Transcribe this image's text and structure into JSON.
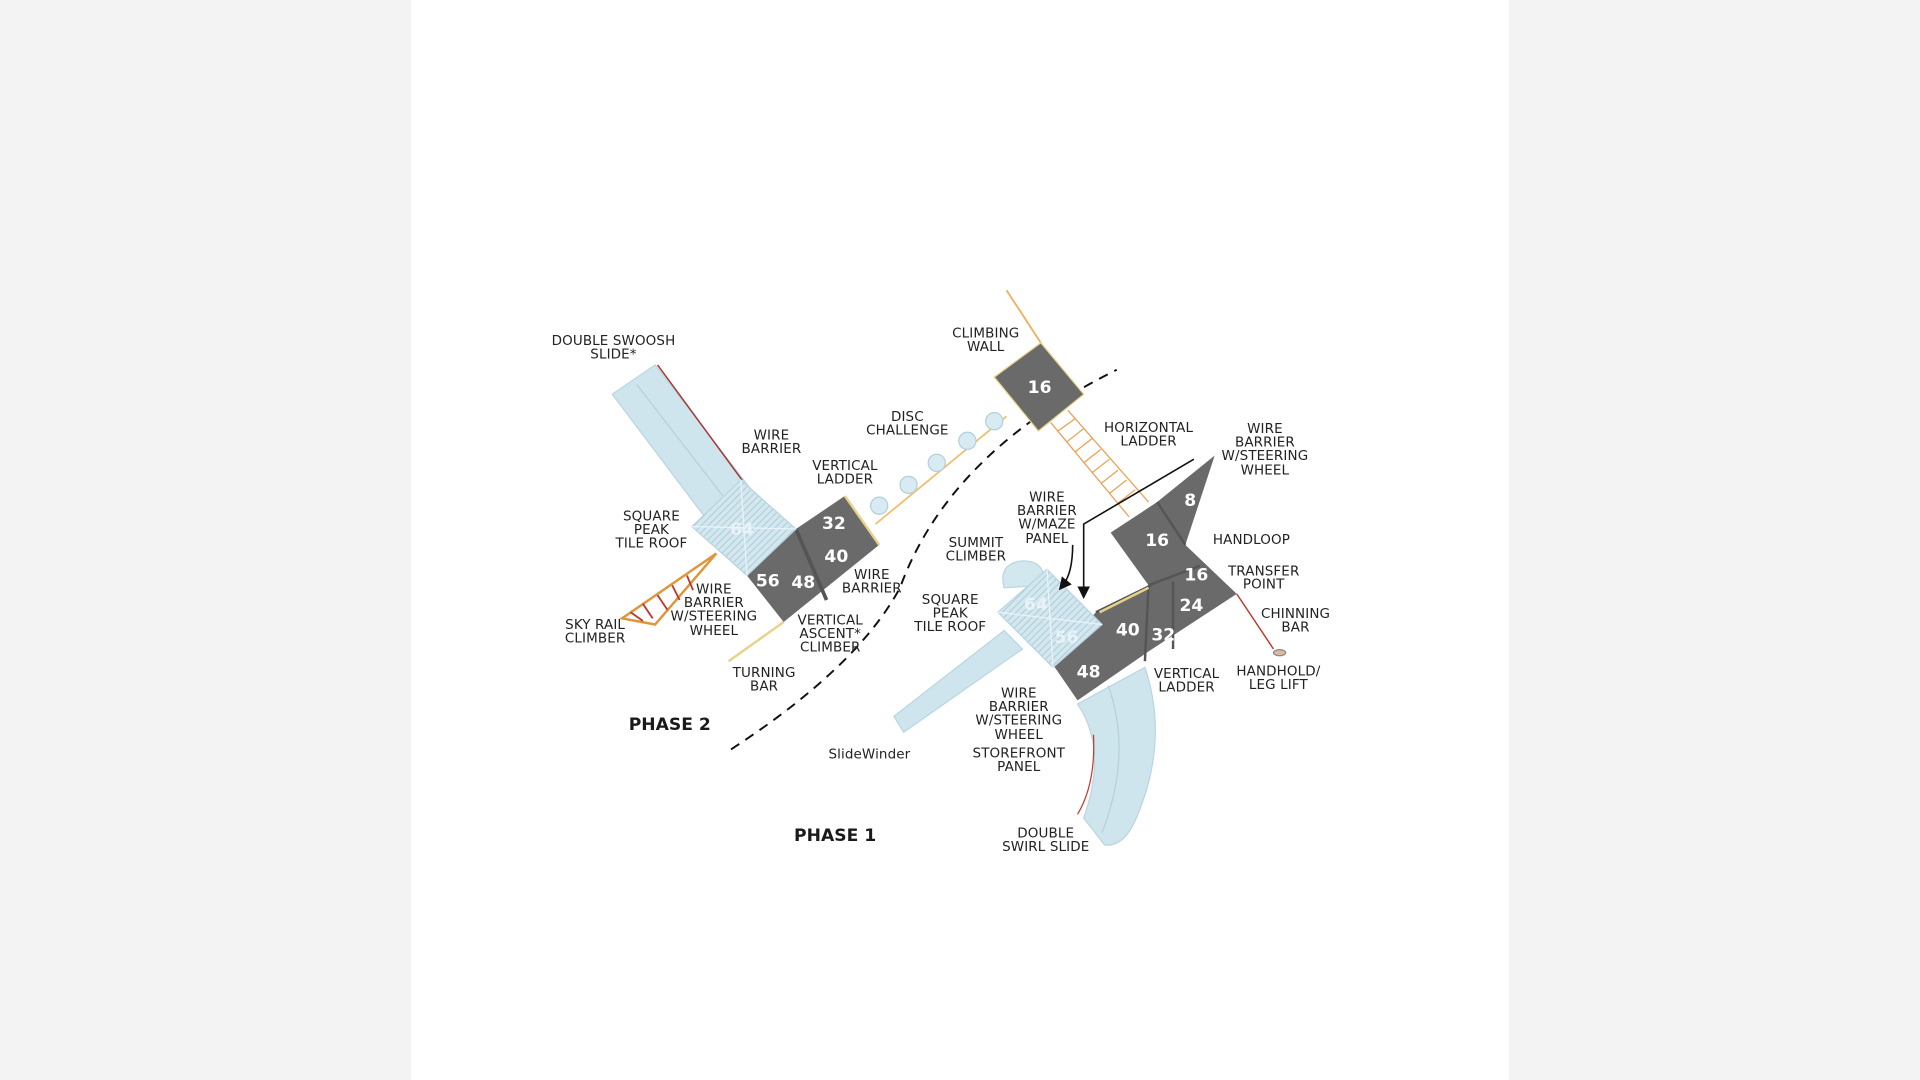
{
  "phases": {
    "phase2": "PHASE 2",
    "phase1": "PHASE 1"
  },
  "labels": [
    {
      "text": "DOUBLE SWOOSH\nSLIDE*"
    },
    {
      "text": "CLIMBING\nWALL"
    },
    {
      "text": "DISC\nCHALLENGE"
    },
    {
      "text": "WIRE\nBARRIER"
    },
    {
      "text": "HORIZONTAL\nLADDER"
    },
    {
      "text": "WIRE\nBARRIER\nW/STEERING\nWHEEL"
    },
    {
      "text": "VERTICAL\nLADDER"
    },
    {
      "text": "SQUARE\nPEAK\nTILE ROOF"
    },
    {
      "text": "WIRE\nBARRIER\nW/MAZE\nPANEL"
    },
    {
      "text": "HANDLOOP"
    },
    {
      "text": "SUMMIT\nCLIMBER"
    },
    {
      "text": "TRANSFER\nPOINT"
    },
    {
      "text": "WIRE\nBARRIER"
    },
    {
      "text": "WIRE\nBARRIER\nW/STEERING\nWHEEL"
    },
    {
      "text": "SQUARE\nPEAK\nTILE ROOF"
    },
    {
      "text": "CHINNING\nBAR"
    },
    {
      "text": "SKY RAIL\nCLIMBER"
    },
    {
      "text": "VERTICAL\nASCENT*\nCLIMBER"
    },
    {
      "text": "TURNING\nBAR"
    },
    {
      "text": "VERTICAL\nLADDER"
    },
    {
      "text": "HANDHOLD/\nLEG LIFT"
    },
    {
      "text": "WIRE\nBARRIER\nW/STEERING\nWHEEL"
    },
    {
      "text": "STOREFRONT\nPANEL"
    },
    {
      "text": "SlideWinder"
    },
    {
      "text": "DOUBLE\nSWIRL SLIDE"
    }
  ],
  "decks": {
    "phase2": {
      "roof": "64",
      "d32": "32",
      "d40": "40",
      "d56": "56",
      "d48": "48",
      "wall": "16"
    },
    "phase1": {
      "roof": "64",
      "r56": "56",
      "d48": "48",
      "d40": "40",
      "d32": "32",
      "d24": "24",
      "d16a": "16",
      "d16b": "16",
      "d8": "8"
    }
  },
  "colors": {
    "deck": "#6a6a6a",
    "slide": "#cfe5ee",
    "rail": "#f0b060",
    "accent": "#c0392b"
  }
}
